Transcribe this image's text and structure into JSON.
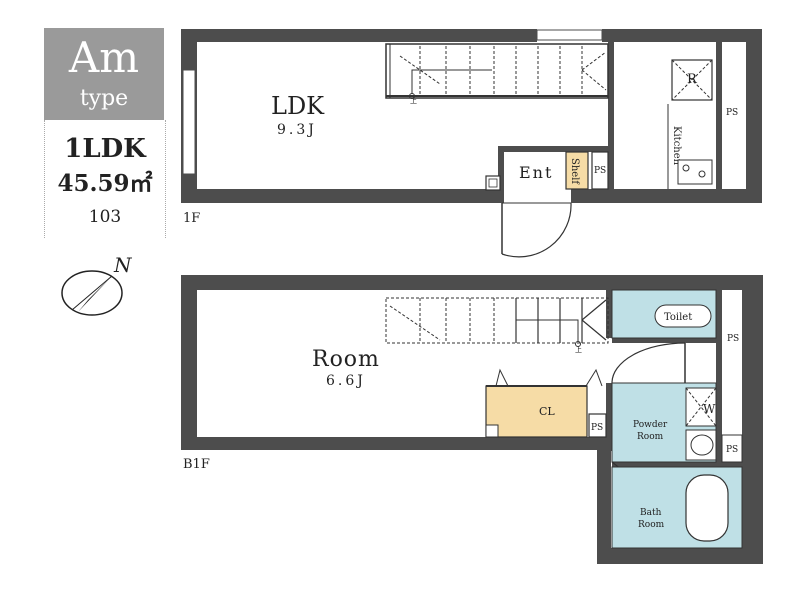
{
  "unit": {
    "type_name": "Am",
    "type_word": "type",
    "layout": "1LDK",
    "area": "45.59㎡",
    "room_number": "103"
  },
  "compass": {
    "label": "N"
  },
  "floors": {
    "first": {
      "label": "1F",
      "rooms": {
        "ldk_name": "LDK",
        "ldk_size": "9.3J",
        "entrance": "Ent",
        "shelf": "Shelf",
        "ps": "PS",
        "fridge": "R",
        "kitchen": "Kitchen"
      },
      "stairs_label": "上"
    },
    "basement": {
      "label": "B1F",
      "rooms": {
        "room_name": "Room",
        "room_size": "6.6J",
        "closet": "CL",
        "toilet": "Toilet",
        "washer": "W",
        "powder": "Powder",
        "powder_room": "Room",
        "bath": "Bath",
        "bath_room": "Room",
        "ps": "PS"
      },
      "stairs_label": "上"
    }
  },
  "colors": {
    "wall": "#4d4d4d",
    "closet_fill": "#f6dca6",
    "wet_fill": "#bfe0e6",
    "info_bg": "#9a9a9a"
  }
}
